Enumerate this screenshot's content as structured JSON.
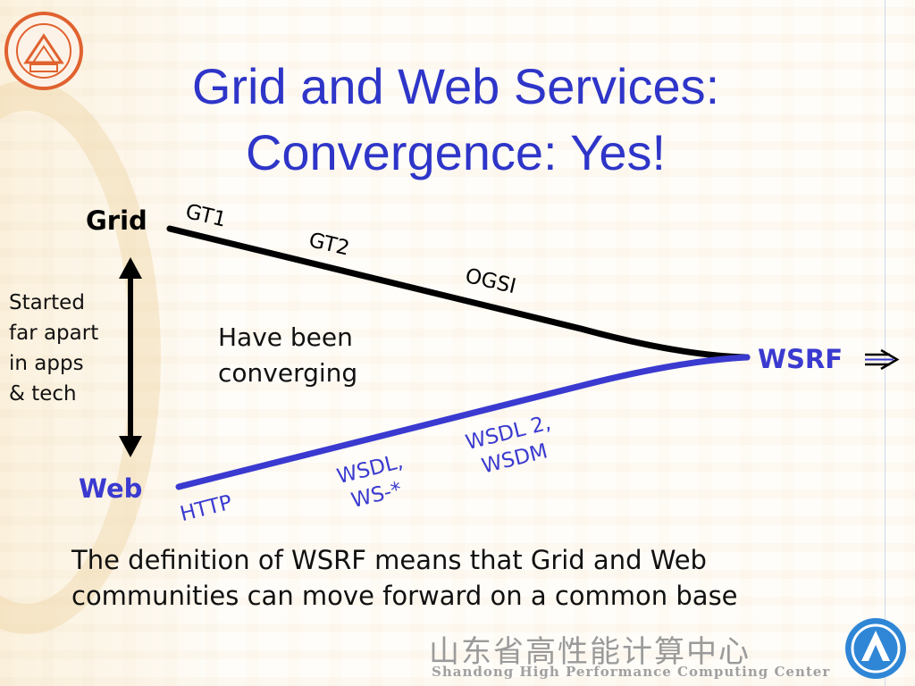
{
  "slide": {
    "title_line1": "Grid and Web Services:",
    "title_line2": "Convergence: Yes!",
    "grid_label": "Grid",
    "web_label": "Web",
    "wsrf_label": "WSRF",
    "side_note": [
      "Started",
      "far apart",
      "in apps",
      "& tech"
    ],
    "middle_text": [
      "Have been",
      "converging"
    ],
    "grid_milestones": [
      "GT1",
      "GT2",
      "OGSI"
    ],
    "web_milestone_http": "HTTP",
    "web_milestone_wsdl": [
      "WSDL,",
      "WS-*"
    ],
    "web_milestone_wsdl2": [
      "WSDL 2,",
      "WSDM"
    ],
    "footer": [
      "The definition of WSRF means that Grid and Web",
      "communities can move forward on a common base"
    ]
  },
  "branding": {
    "center_name_cn": "山东省高性能计算中心",
    "center_name_en": "Shandong High Performance Computing Center"
  },
  "colors": {
    "title_blue": "#2e35c8",
    "web_blue": "#3a3ad0",
    "grid_black": "#000000",
    "logo_orange": "#e0622f",
    "logo_blue": "#2f86d6"
  },
  "icons": {
    "left_logo": "shandong-university-seal-icon",
    "right_logo": "hpc-center-logo-icon",
    "arrow": "double-headed-arrow-icon",
    "output_arrow": "implies-arrow-icon"
  }
}
